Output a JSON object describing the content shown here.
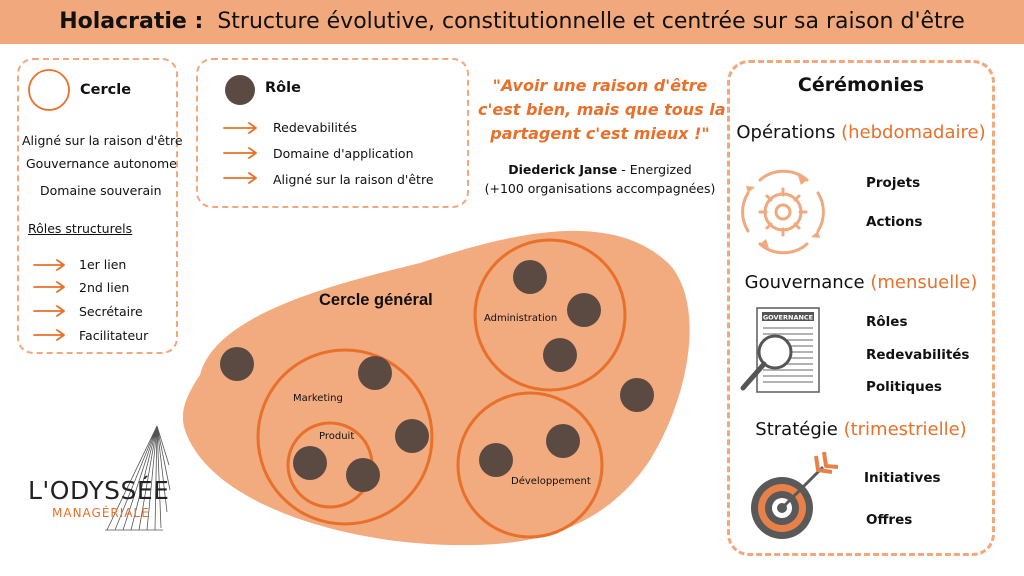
{
  "header": {
    "title": "Holacratie :",
    "subtitle": "Structure évolutive, constitutionnelle et centrée sur sa raison d'être"
  },
  "cercle_legend": {
    "title": "Cercle",
    "items": [
      "Aligné sur la raison d'être",
      "Gouvernance autonome",
      "Domaine souverain"
    ],
    "roles_heading": "Rôles structurels",
    "roles": [
      "1er lien",
      "2nd lien",
      "Secrétaire",
      "Facilitateur"
    ]
  },
  "role_legend": {
    "title": "Rôle",
    "items": [
      "Redevabilités",
      "Domaine d'application",
      "Aligné sur la raison d'être"
    ]
  },
  "quote": {
    "lines": [
      "\"Avoir une raison d'être",
      "c'est bien, mais que tous la",
      "partagent c'est mieux !\""
    ],
    "author": "Diederick Janse",
    "author_suffix": " - Energized",
    "author_detail": "(+100 organisations accompagnées)"
  },
  "diagram": {
    "main_circle": "Cercle général",
    "circles": [
      "Administration",
      "Marketing",
      "Produit",
      "Développement"
    ]
  },
  "ceremonies": {
    "title": "Cérémonies",
    "operations": {
      "label": "Opérations",
      "freq": "(hebdomadaire)",
      "items": [
        "Projets",
        "Actions"
      ]
    },
    "gouvernance": {
      "label": "Gouvernance",
      "freq": "(mensuelle)",
      "doc_label": "GOVERNANCE",
      "items": [
        "Rôles",
        "Redevabilités",
        "Politiques"
      ]
    },
    "strategie": {
      "label": "Stratégie",
      "freq": "(trimestrielle)",
      "items": [
        "Initiatives",
        "Offres"
      ]
    }
  },
  "logo": {
    "line1": "L'ODYSSÉE",
    "line2": "MANAGÉRIALE"
  },
  "colors": {
    "accent": "#e8702a",
    "light": "#f0a87c",
    "blob": "#f2aa7f",
    "dot": "#5b4a42"
  },
  "icons": [
    "arrow-right-icon",
    "gear-cycle-icon",
    "governance-document-icon",
    "target-icon"
  ]
}
